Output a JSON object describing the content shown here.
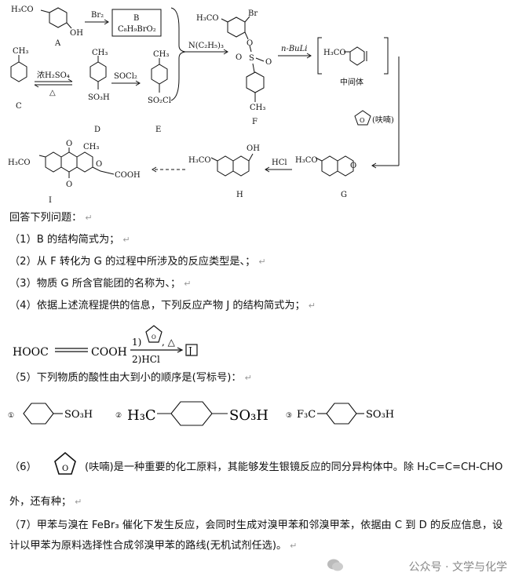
{
  "scheme": {
    "compound_labels": {
      "A": "A",
      "B": "B",
      "C": "C",
      "D": "D",
      "E": "E",
      "F": "F",
      "G": "G",
      "H": "H",
      "I": "I"
    },
    "b_box": {
      "label": "B",
      "formula": "C₈H₉BrO₂"
    },
    "groups": {
      "h3co": "H₃CO",
      "oh": "OH",
      "ch3": "CH₃",
      "so3h": "SO₃H",
      "so2cl": "SO₂Cl",
      "br": "Br",
      "o": "O",
      "s": "S",
      "cooh": "COOH"
    },
    "reagents": {
      "br2": "Br₂",
      "conc_h2so4": "浓H₂SO₄",
      "delta": "△",
      "socl2": "SOCl₂",
      "net3": "N(C₂H₅)₃",
      "nbuli": "n-BuLi",
      "furan": "(呋喃)",
      "hcl": "HCl"
    },
    "intermediate": "中间体"
  },
  "questions": {
    "intro": "回答下列问题：",
    "q1": "（1）B 的结构简式为；",
    "q2": "（2）从 F 转化为 G 的过程中所涉及的反应类型是、；",
    "q3": "（3）物质 G 所含官能团的名称为、；",
    "q4": "（4）依据上述流程提供的信息，下列反应产物 J 的结构简式为；",
    "q4_eq": {
      "left": "HOOC",
      "mid": "COOH",
      "cond1": "1)",
      "cond1b": ", △",
      "cond2": "2)HCl",
      "product": "J"
    },
    "q5": "（5）下列物质的酸性由大到小的顺序是(写标号)：",
    "q5_items": {
      "n1": "①",
      "s1": "SO₃H",
      "n2": "②",
      "h3c": "H₃C",
      "s2": "SO₃H",
      "n3": "③",
      "f3c": "F₃C",
      "s3": "SO₃H"
    },
    "q6_prefix": "（6）",
    "q6_text": "(呋喃)是一种重要的化工原料，其能够发生银镜反应的同分异构体中。除 H₂C=C=CH-CHO",
    "q6_cont": "外，还有种；",
    "q7_line1": "（7）甲苯与溴在 FeBr₃ 催化下发生反应，会同时生成对溴甲苯和邻溴甲苯，依据由 C 到 D 的反应信息，设",
    "q7_line2": "计以甲苯为原料选择性合成邻溴甲苯的路线(无机试剂任选)。"
  },
  "watermark": "公众号 · 文学与化学"
}
